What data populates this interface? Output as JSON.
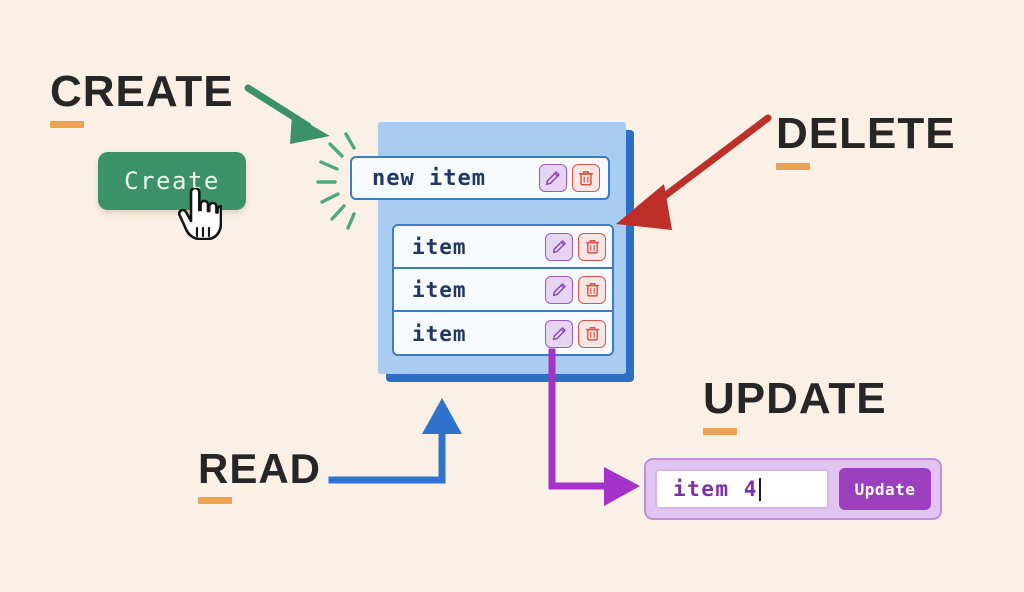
{
  "background_color": "#FAF0E6",
  "labels": {
    "create": "CREATE",
    "read": "READ",
    "update": "UPDATE",
    "delete": "DELETE",
    "underline_color": "#EBA252",
    "text_color": "#262626"
  },
  "create_section": {
    "button_label": "Create",
    "button_color": "#3B9169",
    "arrow_color": "#3B9169",
    "cursor_icon": "pointing-hand-cursor",
    "sparkle_color": "#4CA97A"
  },
  "list_panel": {
    "panel_color": "#A8CBF0",
    "panel_shadow_color": "#2C6FC4",
    "border_color": "#3B7CC4",
    "row_background": "#F7FAFE",
    "text_color": "#1F3864",
    "new_item": {
      "label": "new item",
      "edit_icon": "pencil-icon",
      "delete_icon": "trash-icon"
    },
    "items": [
      {
        "label": "item",
        "edit_icon": "pencil-icon",
        "delete_icon": "trash-icon"
      },
      {
        "label": "item",
        "edit_icon": "pencil-icon",
        "delete_icon": "trash-icon"
      },
      {
        "label": "item",
        "edit_icon": "pencil-icon",
        "delete_icon": "trash-icon"
      }
    ],
    "edit_icon_color": "#9C5BC4",
    "delete_icon_color": "#D4564A"
  },
  "update_section": {
    "input_value": "item 4",
    "button_label": "Update",
    "button_color": "#9B3FBE",
    "container_color": "#E2C4F0",
    "input_text_color": "#7B31A8",
    "arrow_color": "#A433C9"
  },
  "read_section": {
    "arrow_color": "#2E72CE"
  },
  "delete_section": {
    "arrow_color": "#BE2F2A"
  }
}
